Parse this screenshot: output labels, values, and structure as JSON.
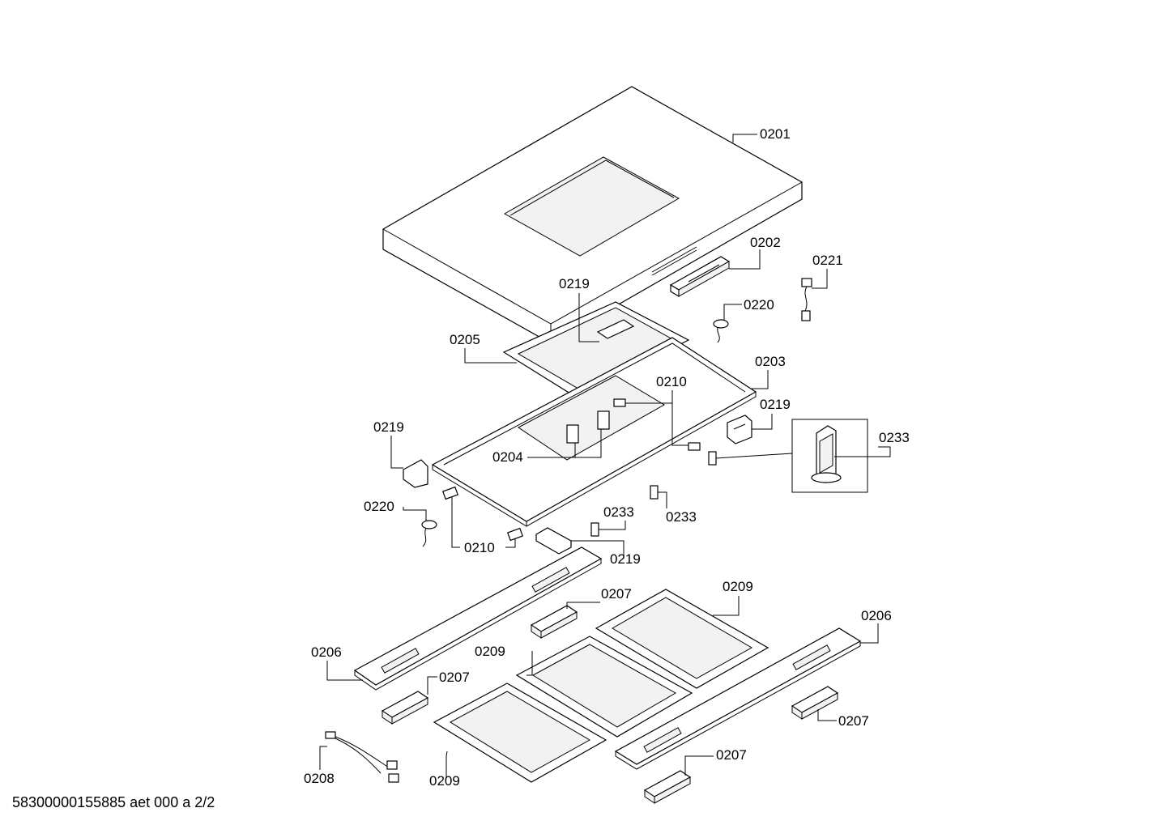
{
  "diagram": {
    "labels": {
      "l0201": "0201",
      "l0202": "0202",
      "l0221": "0221",
      "l0219a": "0219",
      "l0220a": "0220",
      "l0205": "0205",
      "l0203": "0203",
      "l0210a": "0210",
      "l0219b": "0219",
      "l0233a": "0233",
      "l0219c": "0219",
      "l0204": "0204",
      "l0233b": "0233",
      "l0220b": "0220",
      "l0233c": "0233",
      "l0210b": "0210",
      "l0219d": "0219",
      "l0207a": "0207",
      "l0209a": "0209",
      "l0206a": "0206",
      "l0206b": "0206",
      "l0209b": "0209",
      "l0207b": "0207",
      "l0207c": "0207",
      "l0208": "0208",
      "l0209c": "0209",
      "l0207d": "0207"
    },
    "footer": "58300000155885 aet 000 a 2/2"
  }
}
